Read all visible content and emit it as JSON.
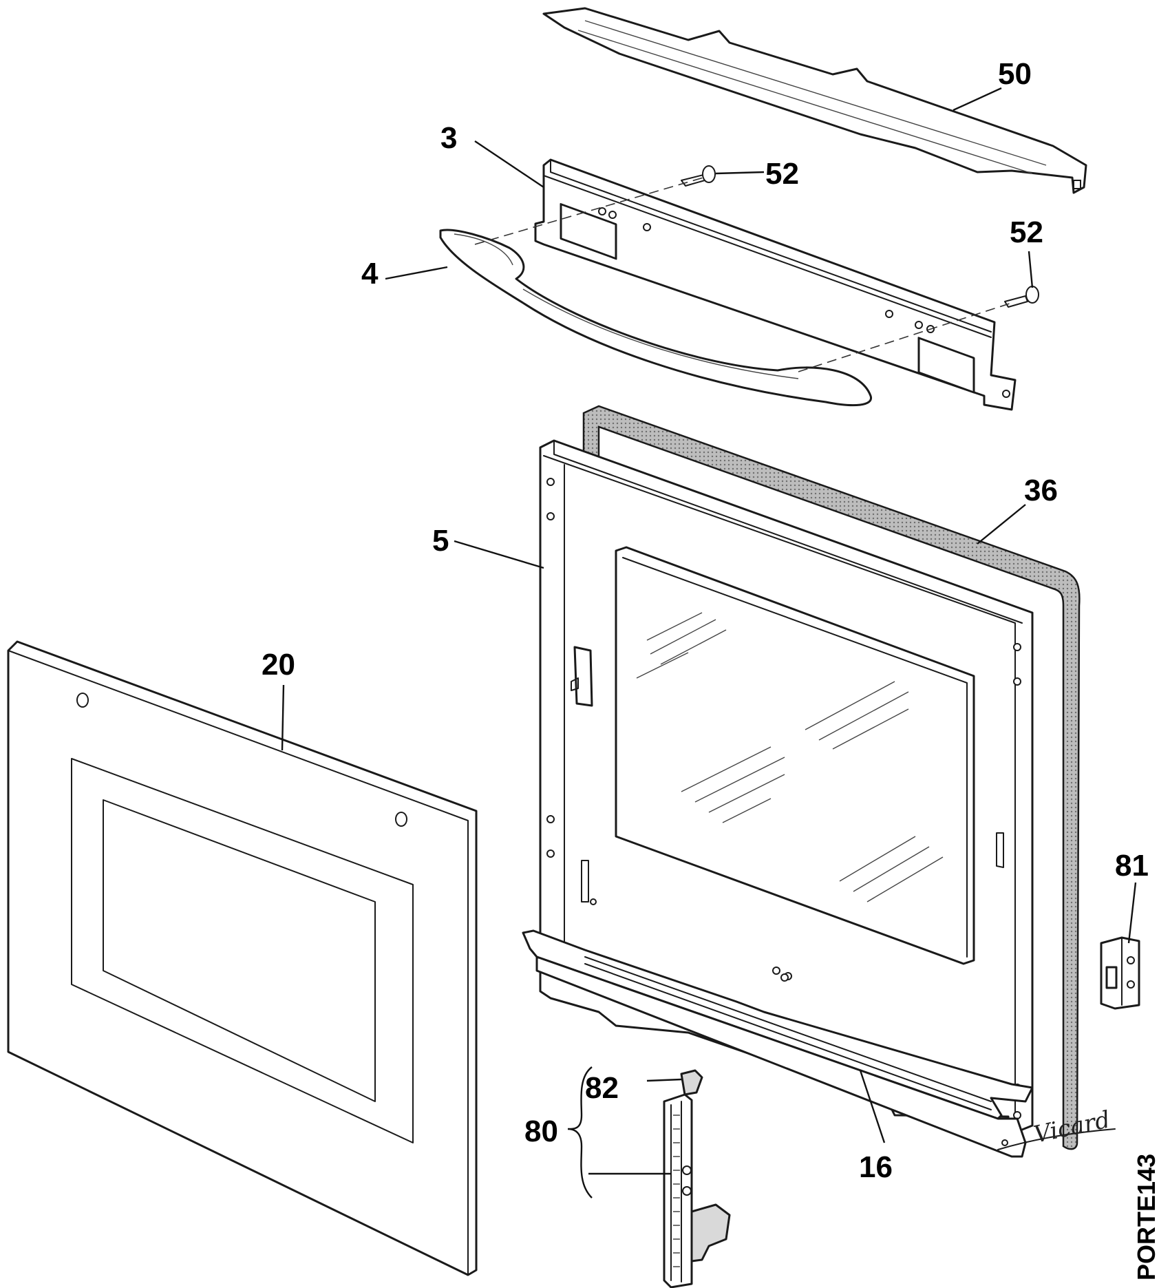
{
  "callouts": {
    "p50": "50",
    "p3": "3",
    "p52a": "52",
    "p52b": "52",
    "p4": "4",
    "p36": "36",
    "p5": "5",
    "p20": "20",
    "p81": "81",
    "p82": "82",
    "p80": "80",
    "p16": "16"
  },
  "drawing_code": "PORTE143",
  "signature": "Vicard"
}
